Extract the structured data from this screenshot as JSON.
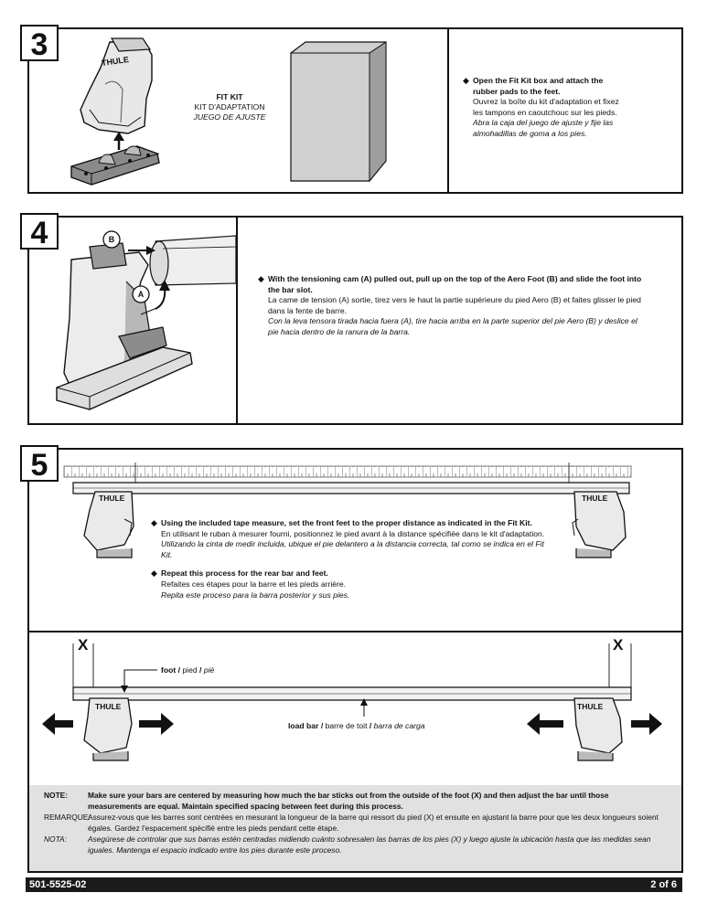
{
  "step3": {
    "number": "3",
    "logo": "THULE",
    "fitkit_en": "FIT KIT",
    "fitkit_fr": "KIT D'ADAPTATION",
    "fitkit_es": "JUEGO DE AJUSTE",
    "instr_en": "Open the Fit Kit box and attach the rubber pads to the feet.",
    "instr_fr": "Ouvrez la boîte du kit d'adaptation et fixez les tampons en caoutchouc sur les pieds.",
    "instr_es": "Abra la caja del juego de ajuste y fije las almohadillas de goma a los pies."
  },
  "step4": {
    "number": "4",
    "callout_a": "A",
    "callout_b": "B",
    "instr_en": "With the tensioning cam (A) pulled out, pull up on the top of the Aero Foot (B) and slide the foot into the bar slot.",
    "instr_fr": "La came de tension (A) sortie, tirez vers le haut la partie supérieure du pied Aero (B) et faites glisser le pied dans la fente de barre.",
    "instr_es": "Con la leva tensora tirada hacia fuera (A), tire hacia arriba en la parte superior del pie Aero (B) y deslice el pie hacia dentro de la ranura de la barra."
  },
  "step5": {
    "number": "5",
    "logo_left": "THULE",
    "logo_right": "THULE",
    "instr1_en": "Using the included tape measure, set the front feet to the proper distance as indicated in the Fit Kit.",
    "instr1_fr": "En utilisant le ruban à mesurer fourni, positionnez le pied avant à la distance spécifiée dans le kit d'adaptation.",
    "instr1_es": "Utilizando la cinta de medir incluida, ubique el pie delantero a la distancia correcta, tal como se indica en el Fit Kit.",
    "instr2_en": "Repeat this process for the rear bar and feet.",
    "instr2_fr": "Refaites ces étapes pour la barre et les pieds arrière.",
    "instr2_es": "Repita este proceso para la barra posterior y sus pies."
  },
  "diagram": {
    "x_left": "X",
    "x_right": "X",
    "logo_left": "THULE",
    "logo_right": "THULE",
    "foot_en": "foot",
    "foot_fr": "pied",
    "foot_es": "pié",
    "loadbar_en": "load bar",
    "loadbar_fr": "barre de toit",
    "loadbar_es": "barra de carga",
    "slash": "/"
  },
  "note": {
    "en_key": "NOTE:",
    "en_text": "Make sure your bars are centered by measuring how much the bar sticks out from the outside of the foot (X) and then adjust the bar until those measurements are equal. Maintain specified spacing between feet during this process.",
    "fr_key": "REMARQUE:",
    "fr_text": "Assurez-vous que les barres sont centrées en mesurant la longueur de la barre qui ressort du pied (X) et ensuite en ajustant la barre pour que les deux longueurs soient égales. Gardez l'espacement spécifié entre les pieds pendant cette étape.",
    "es_key": "NOTA:",
    "es_text": "Asegúrese de controlar que sus barras estén centradas midiendo cuánto sobresalen las barras de los pies (X) y luego ajuste la ubicación hasta que las medidas sean iguales. Mantenga el espacio indicado entre los pies durante este proceso."
  },
  "footer": {
    "part_number": "501-5525-02",
    "page": "2 of 6"
  }
}
